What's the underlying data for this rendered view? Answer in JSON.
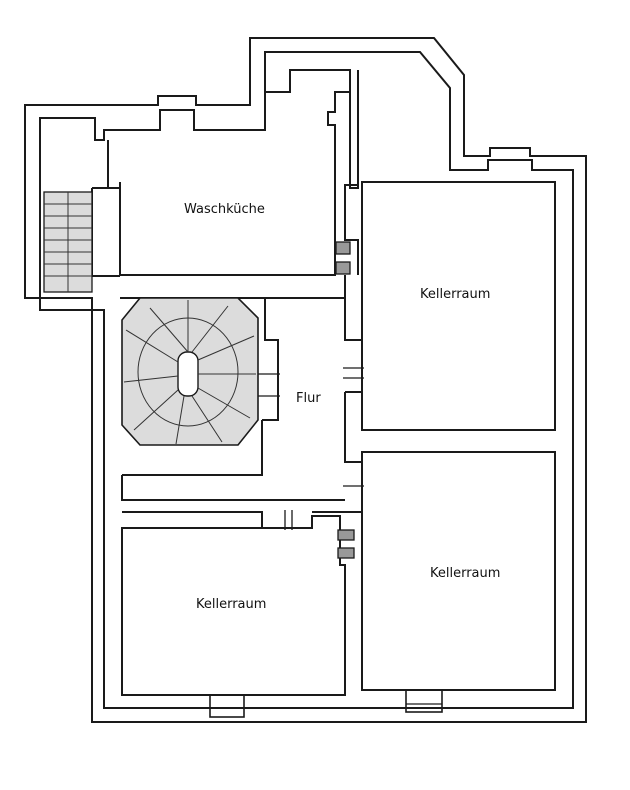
{
  "plan": {
    "rooms": {
      "waschkueche": "Waschküche",
      "kellerraum_east": "Kellerraum",
      "flur": "Flur",
      "kellerraum_southeast": "Kellerraum",
      "kellerraum_southwest": "Kellerraum"
    },
    "colors": {
      "wall": "#1a1a1a",
      "background": "#ffffff",
      "stair_fill": "#d9d9d9"
    }
  }
}
